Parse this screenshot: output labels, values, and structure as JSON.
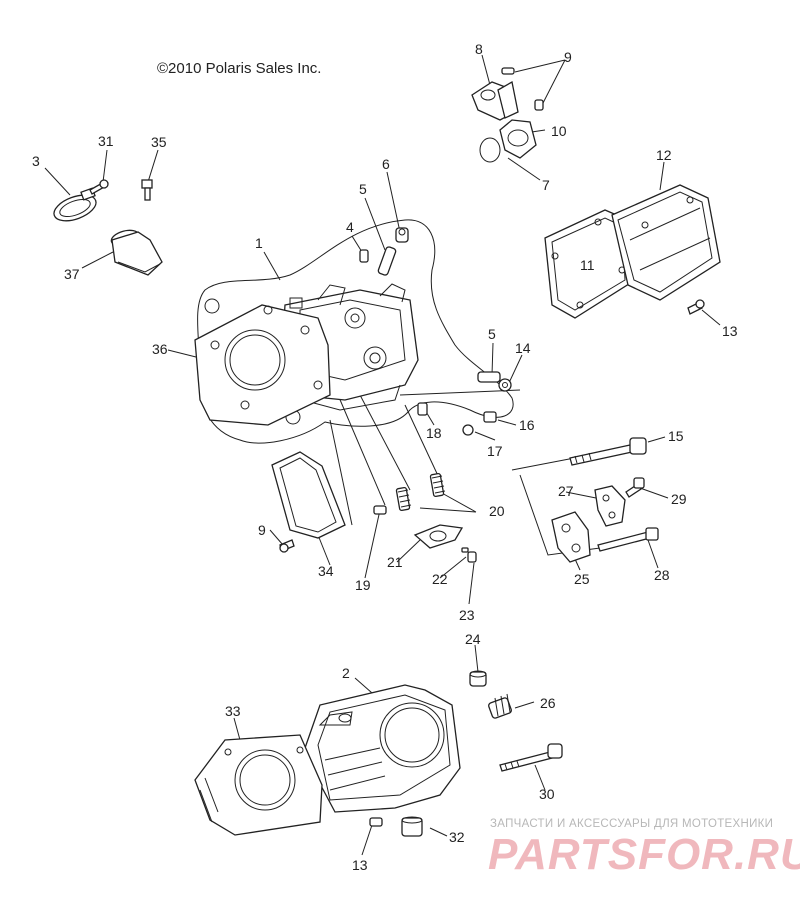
{
  "copyright": "©2010 Polaris Sales Inc.",
  "watermark": {
    "tagline": "ЗАПЧАСТИ И АКСЕССУАРЫ ДЛЯ МОТОТЕХНИКИ",
    "logo": "PARTSFOR.RU",
    "color": "#f0b8bd"
  },
  "callouts": [
    {
      "id": "c1",
      "text": "1"
    },
    {
      "id": "c2",
      "text": "2"
    },
    {
      "id": "c3",
      "text": "3"
    },
    {
      "id": "c4",
      "text": "4"
    },
    {
      "id": "c5a",
      "text": "5"
    },
    {
      "id": "c5b",
      "text": "5"
    },
    {
      "id": "c6",
      "text": "6"
    },
    {
      "id": "c7",
      "text": "7"
    },
    {
      "id": "c8",
      "text": "8"
    },
    {
      "id": "c9a",
      "text": "9"
    },
    {
      "id": "c9b",
      "text": "9"
    },
    {
      "id": "c10",
      "text": "10"
    },
    {
      "id": "c11",
      "text": "11"
    },
    {
      "id": "c12",
      "text": "12"
    },
    {
      "id": "c13a",
      "text": "13"
    },
    {
      "id": "c13b",
      "text": "13"
    },
    {
      "id": "c14",
      "text": "14"
    },
    {
      "id": "c15",
      "text": "15"
    },
    {
      "id": "c16",
      "text": "16"
    },
    {
      "id": "c17",
      "text": "17"
    },
    {
      "id": "c18",
      "text": "18"
    },
    {
      "id": "c19",
      "text": "19"
    },
    {
      "id": "c20",
      "text": "20"
    },
    {
      "id": "c21",
      "text": "21"
    },
    {
      "id": "c22",
      "text": "22"
    },
    {
      "id": "c23",
      "text": "23"
    },
    {
      "id": "c24",
      "text": "24"
    },
    {
      "id": "c25",
      "text": "25"
    },
    {
      "id": "c26",
      "text": "26"
    },
    {
      "id": "c27",
      "text": "27"
    },
    {
      "id": "c28",
      "text": "28"
    },
    {
      "id": "c29",
      "text": "29"
    },
    {
      "id": "c30",
      "text": "30"
    },
    {
      "id": "c31",
      "text": "31"
    },
    {
      "id": "c32",
      "text": "32"
    },
    {
      "id": "c33",
      "text": "33"
    },
    {
      "id": "c34",
      "text": "34"
    },
    {
      "id": "c35",
      "text": "35"
    },
    {
      "id": "c36",
      "text": "36"
    },
    {
      "id": "c37",
      "text": "37"
    }
  ]
}
